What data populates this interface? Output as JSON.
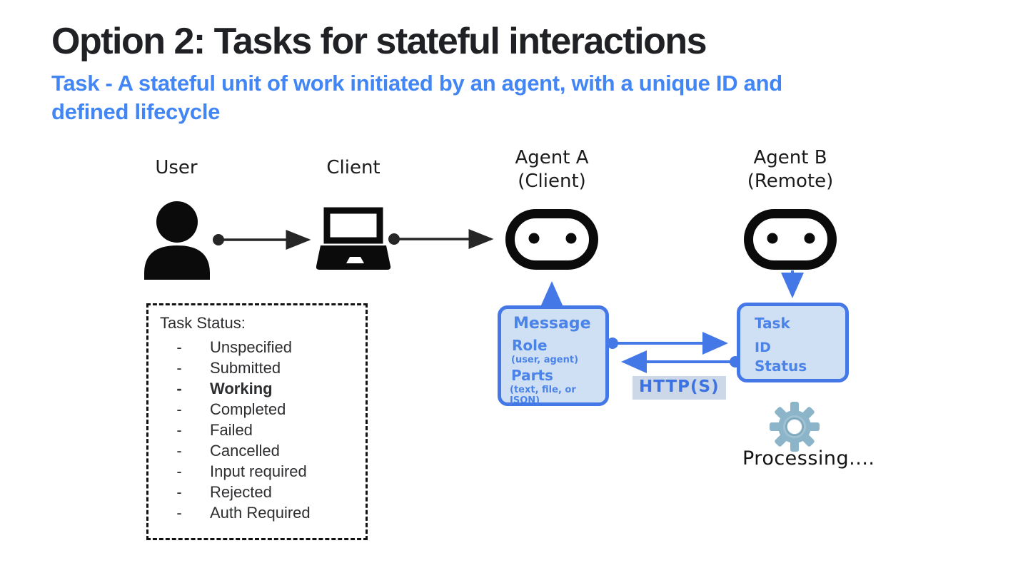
{
  "title": "Option 2: Tasks for stateful interactions",
  "subtitle_line1": "Task - A stateful unit of work initiated by an agent, with a unique ID and",
  "subtitle_line2": "defined lifecycle",
  "actors": {
    "user": "User",
    "client": "Client",
    "agent_a_line1": "Agent A",
    "agent_a_line2": "(Client)",
    "agent_b_line1": "Agent B",
    "agent_b_line2": "(Remote)"
  },
  "message_box": {
    "title": "Message",
    "field1_name": "Role",
    "field1_detail": "(user, agent)",
    "field2_name": "Parts",
    "field2_detail": "(text, file, or JSON)"
  },
  "task_box": {
    "title": "Task",
    "field1": "ID",
    "field2": "Status"
  },
  "http_label": "HTTP(S)",
  "processing_label": "Processing....",
  "status_panel": {
    "heading": "Task Status:",
    "bullet": "-",
    "items": [
      {
        "label": "Unspecified",
        "bold": false
      },
      {
        "label": "Submitted",
        "bold": false
      },
      {
        "label": "Working",
        "bold": true
      },
      {
        "label": "Completed",
        "bold": false
      },
      {
        "label": "Failed",
        "bold": false
      },
      {
        "label": "Cancelled",
        "bold": false
      },
      {
        "label": "Input required",
        "bold": false
      },
      {
        "label": "Rejected",
        "bold": false
      },
      {
        "label": "Auth Required",
        "bold": false
      }
    ]
  },
  "colors": {
    "title": "#202124",
    "subtitle": "#4285f4",
    "diagram_blue": "#4478e6",
    "diagram_text_blue": "#4b83e8",
    "box_fill": "#cfe0f4",
    "http_highlight": "#ccd8e8",
    "gear": "#8db5c9",
    "black": "#1c1c1c"
  }
}
